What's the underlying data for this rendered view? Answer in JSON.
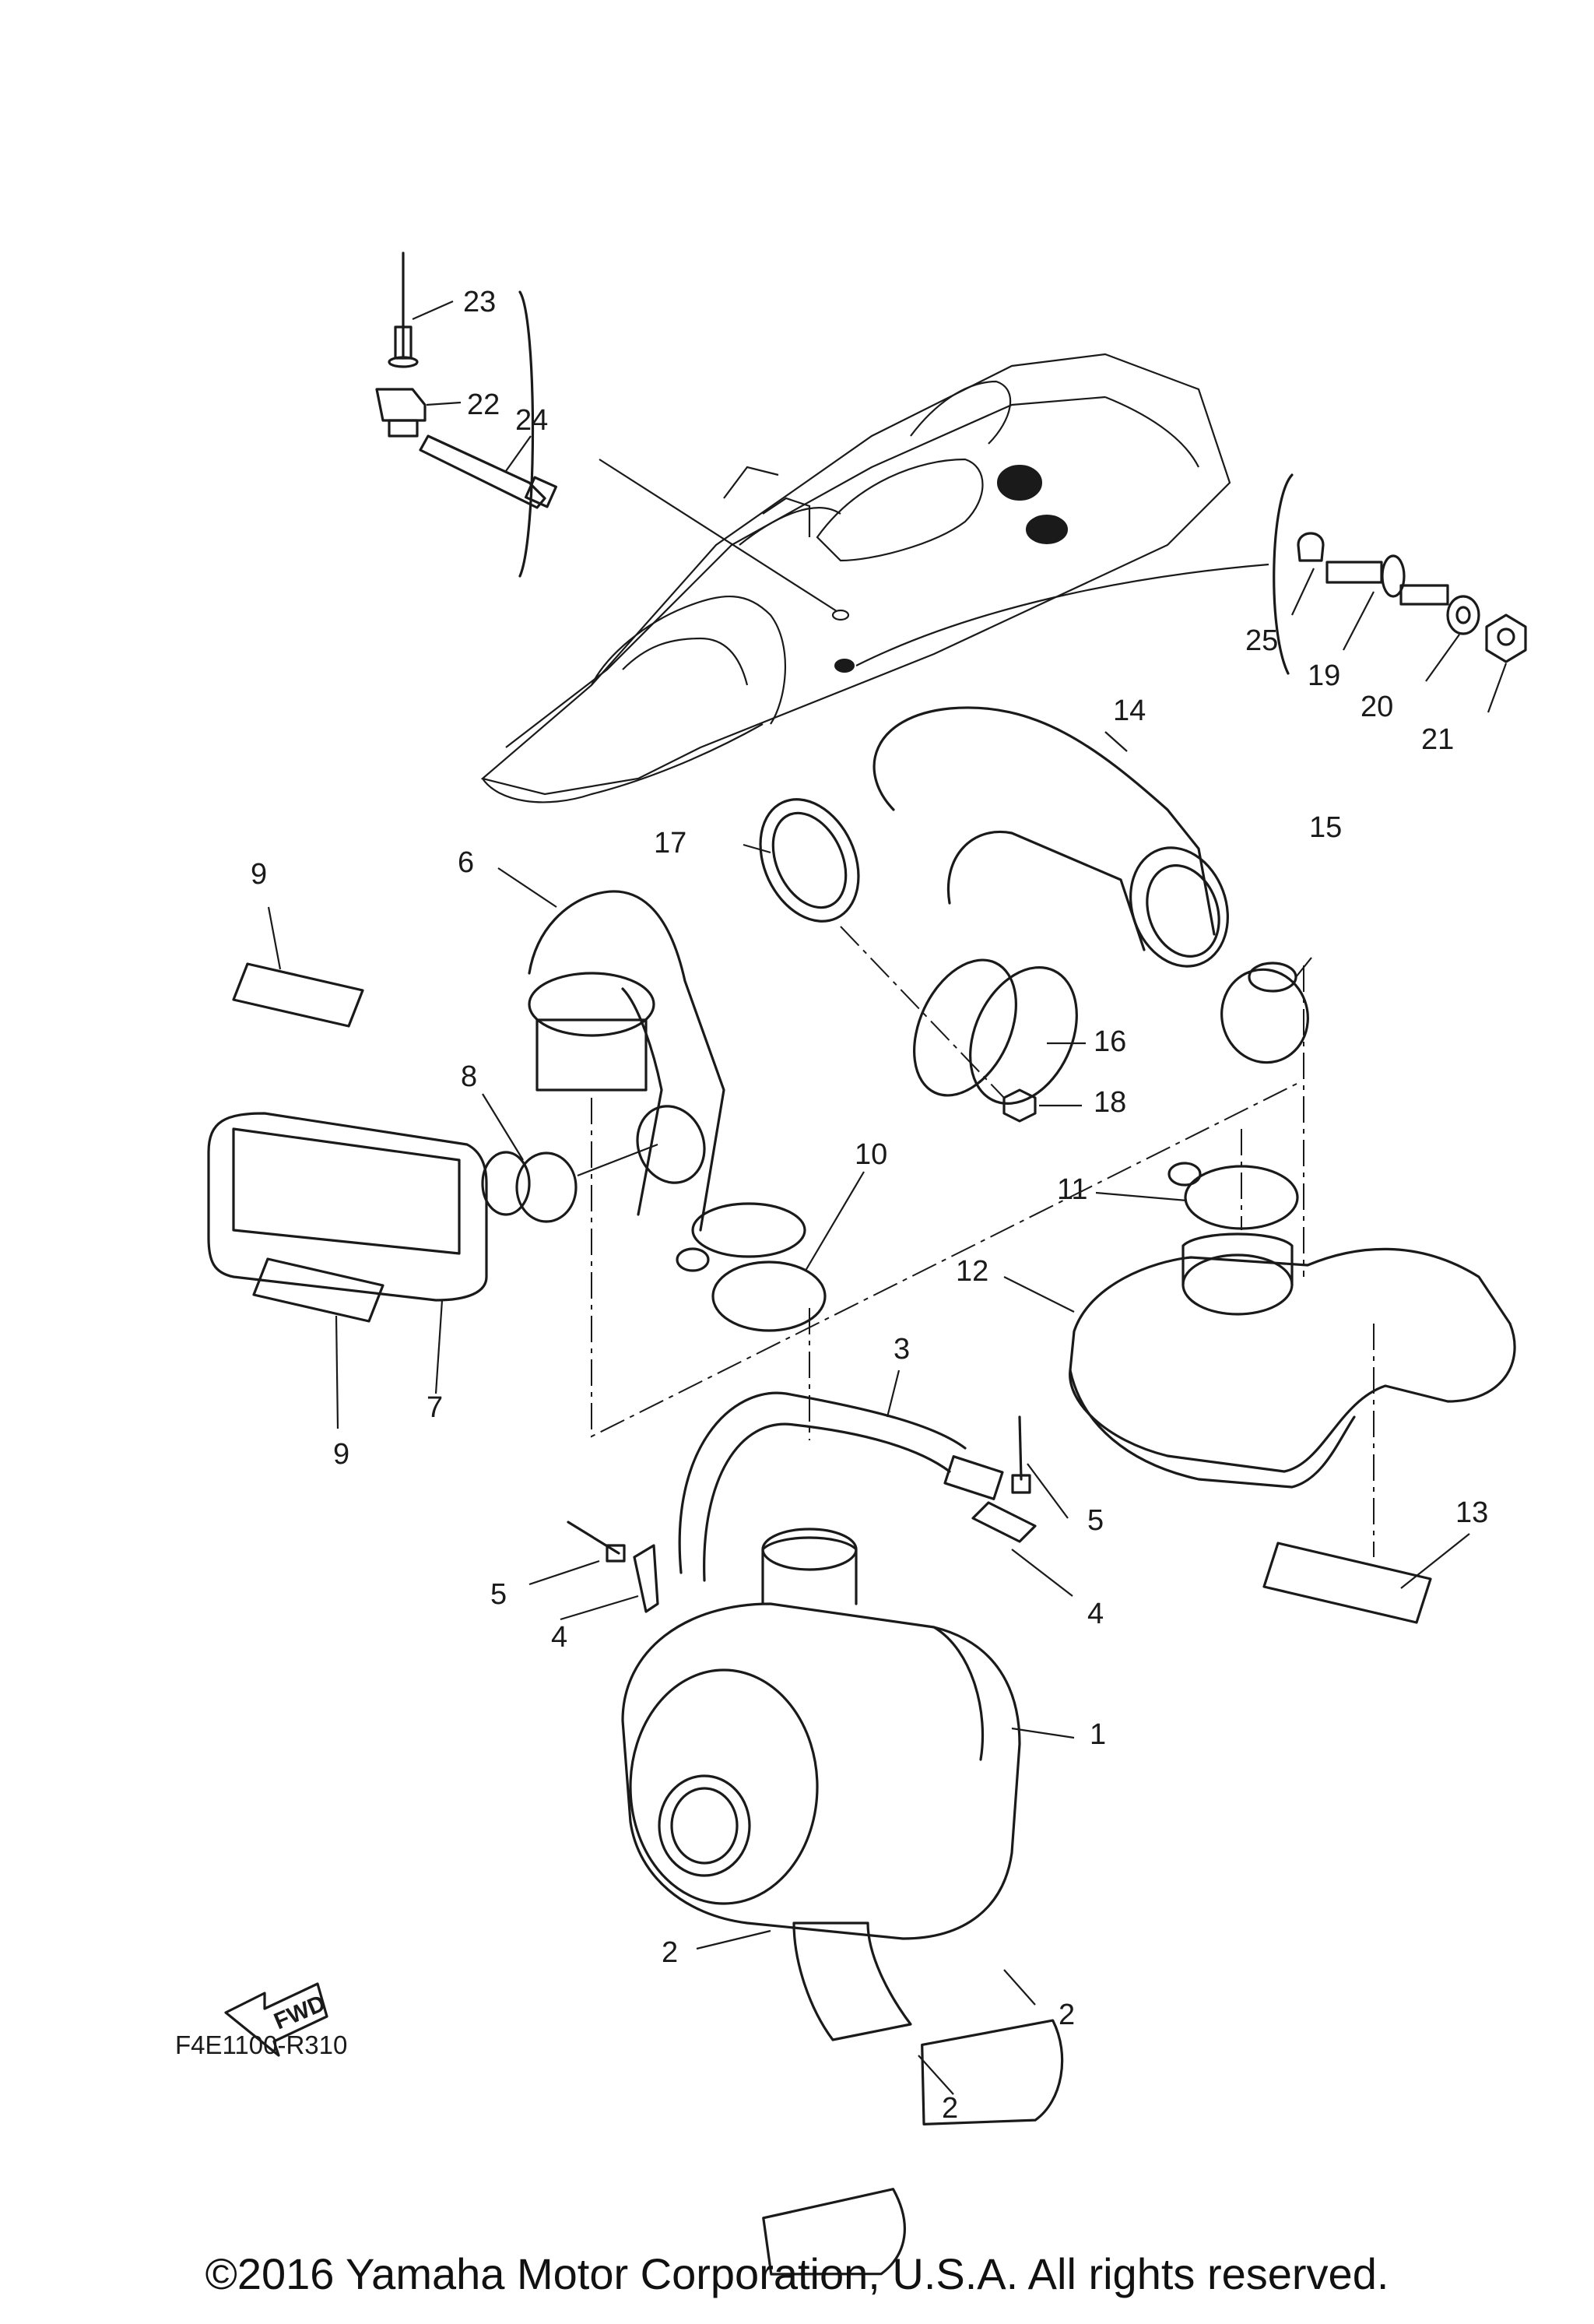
{
  "diagram": {
    "code": "F4E1100-R310",
    "fwd_label": "FWD",
    "callouts": {
      "c1": "1",
      "c2a": "2",
      "c2b": "2",
      "c2c": "2",
      "c3": "3",
      "c4a": "4",
      "c4b": "4",
      "c5a": "5",
      "c5b": "5",
      "c6": "6",
      "c7": "7",
      "c8": "8",
      "c9a": "9",
      "c9b": "9",
      "c10": "10",
      "c11": "11",
      "c12": "12",
      "c13": "13",
      "c14": "14",
      "c15": "15",
      "c16": "16",
      "c17": "17",
      "c18": "18",
      "c19": "19",
      "c20": "20",
      "c21": "21",
      "c22": "22",
      "c23": "23",
      "c24": "24",
      "c25": "25"
    }
  },
  "footer": {
    "copyright": "©2016 Yamaha Motor Corporation, U.S.A. All rights reserved."
  }
}
